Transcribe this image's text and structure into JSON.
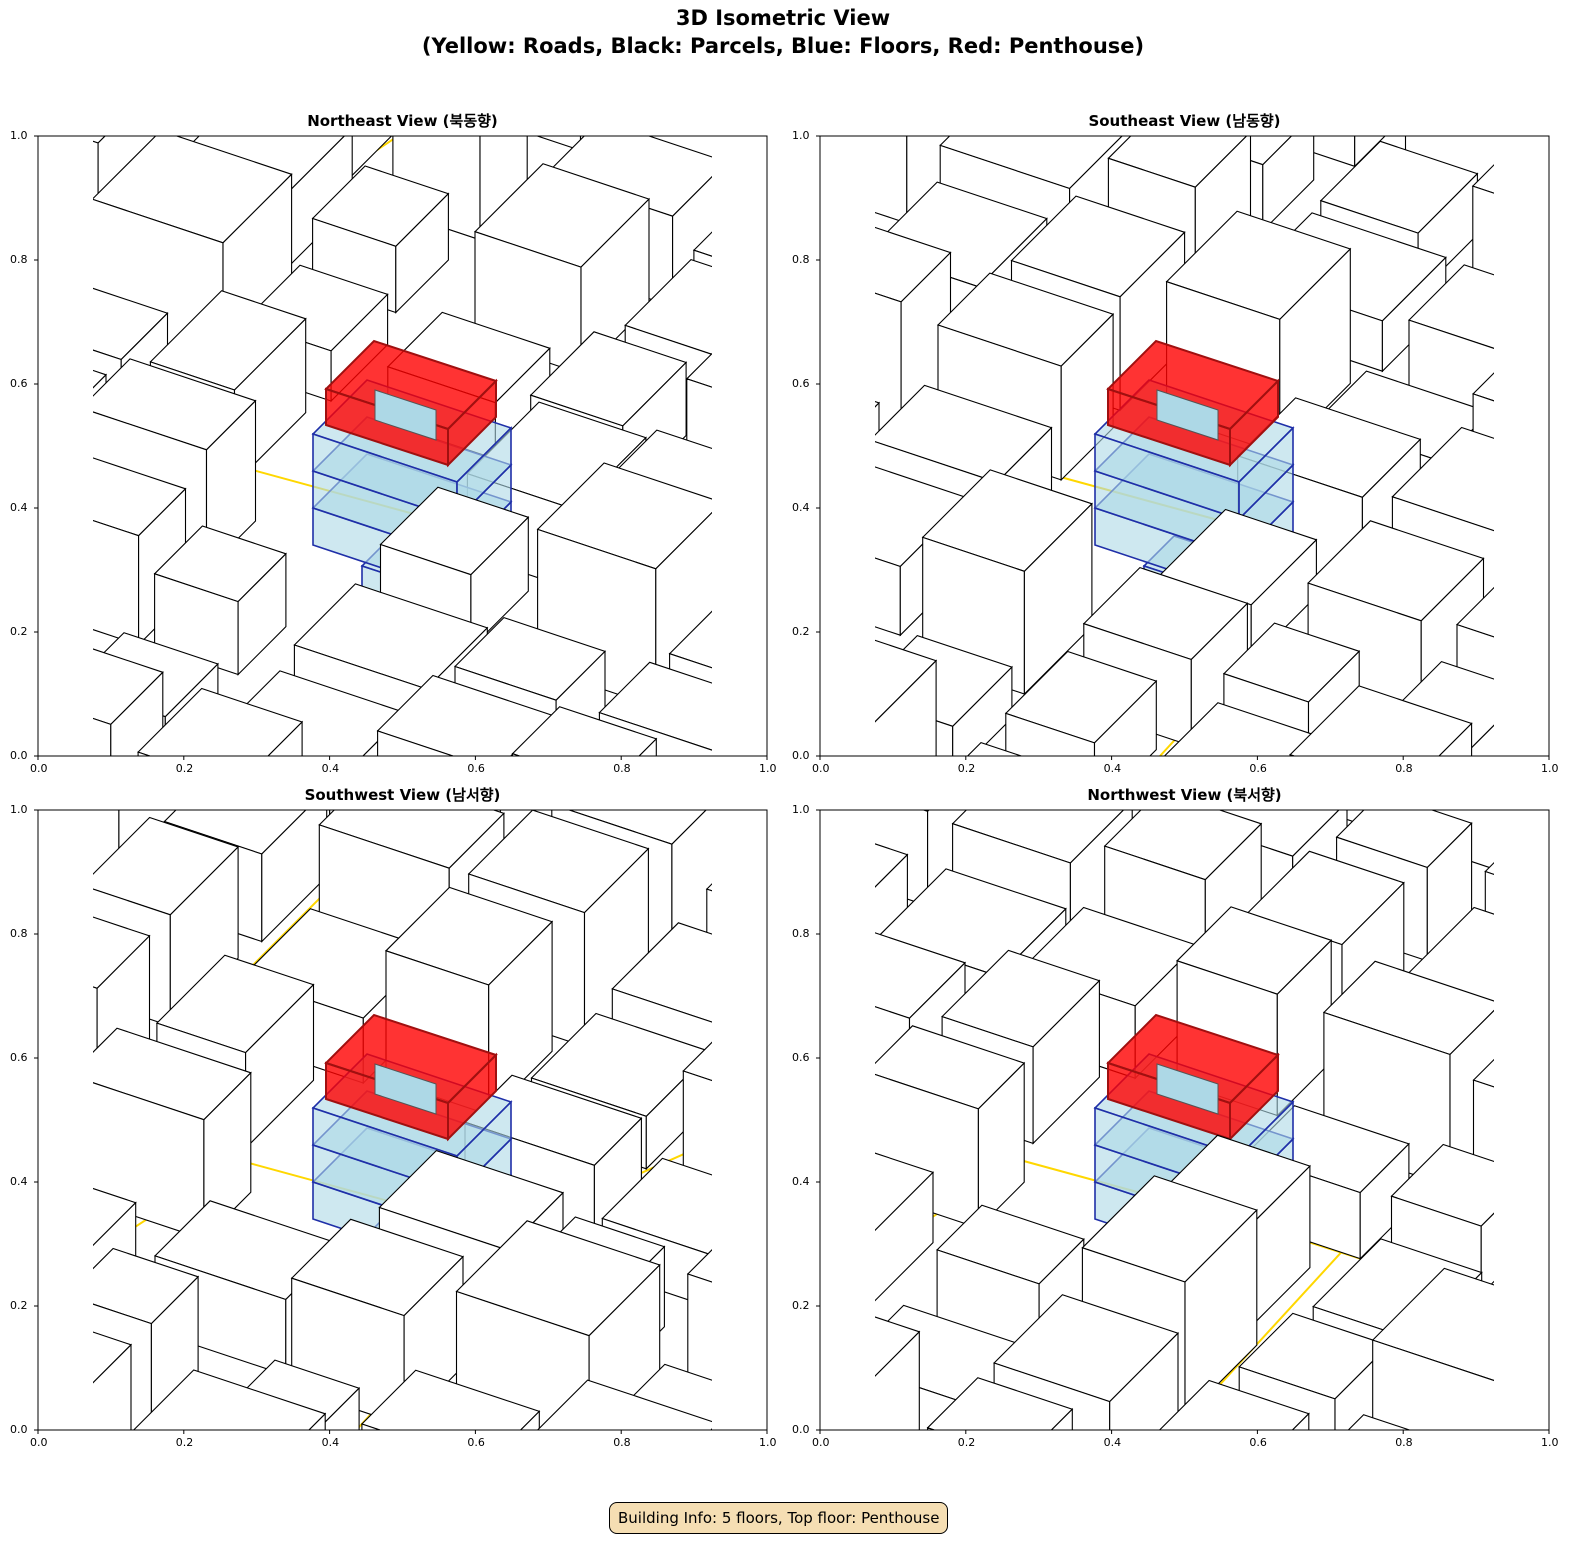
{
  "figure": {
    "title_line1": "3D Isometric View",
    "title_line2": "(Yellow: Roads, Black: Parcels, Blue: Floors, Red: Penthouse)",
    "info_box": "Building Info: 5 floors, Top floor: Penthouse"
  },
  "colors": {
    "road": "#ffd700",
    "parcel": "#000000",
    "floor_fill": "#add8e6",
    "floor_edge": "#1f2fa8",
    "penthouse": "#ff0000",
    "info_bg": "#f5deb3"
  },
  "chart_data": {
    "type": "other",
    "panels": [
      {
        "title": "Northeast View (북동향)",
        "xlim": [
          0,
          1
        ],
        "ylim": [
          0,
          1
        ]
      },
      {
        "title": "Southeast View (남동향)",
        "xlim": [
          0,
          1
        ],
        "ylim": [
          0,
          1
        ]
      },
      {
        "title": "Southwest View (남서향)",
        "xlim": [
          0,
          1
        ],
        "ylim": [
          0,
          1
        ]
      },
      {
        "title": "Northwest View (북서향)",
        "xlim": [
          0,
          1
        ],
        "ylim": [
          0,
          1
        ]
      }
    ],
    "xticks": [
      "0.0",
      "0.2",
      "0.4",
      "0.6",
      "0.8",
      "1.0"
    ],
    "yticks": [
      "0.0",
      "0.2",
      "0.4",
      "0.6",
      "0.8",
      "1.0"
    ],
    "floors": 5,
    "top_floor": "Penthouse"
  }
}
